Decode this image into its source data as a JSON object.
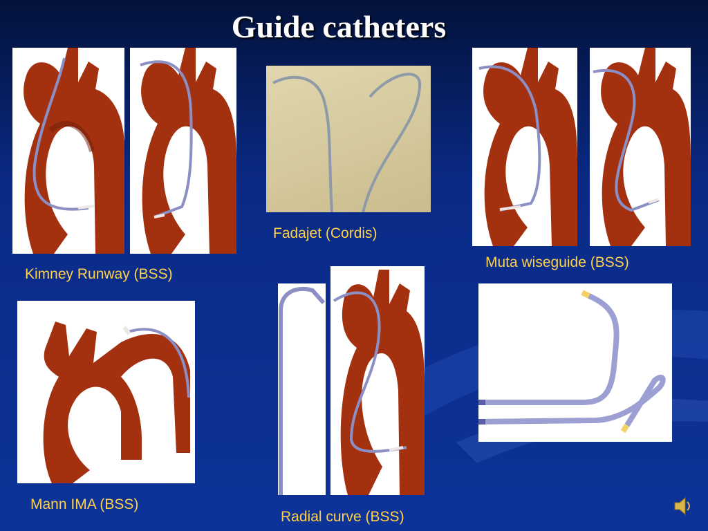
{
  "slide": {
    "title": "Guide catheters",
    "captions": {
      "kimney": "Kimney Runway (BSS)",
      "fadajet": "Fadajet (Cordis)",
      "muta": "Muta wiseguide (BSS)",
      "mann": "Mann IMA (BSS)",
      "radial": "Radial curve (BSS)"
    }
  },
  "icons": {
    "speaker": "speaker-icon"
  },
  "colors": {
    "background": "#0d3399",
    "caption": "#ffd24a",
    "title": "#ffffff",
    "aorta": "#a3300f",
    "catheter": "#8c8fc4"
  }
}
